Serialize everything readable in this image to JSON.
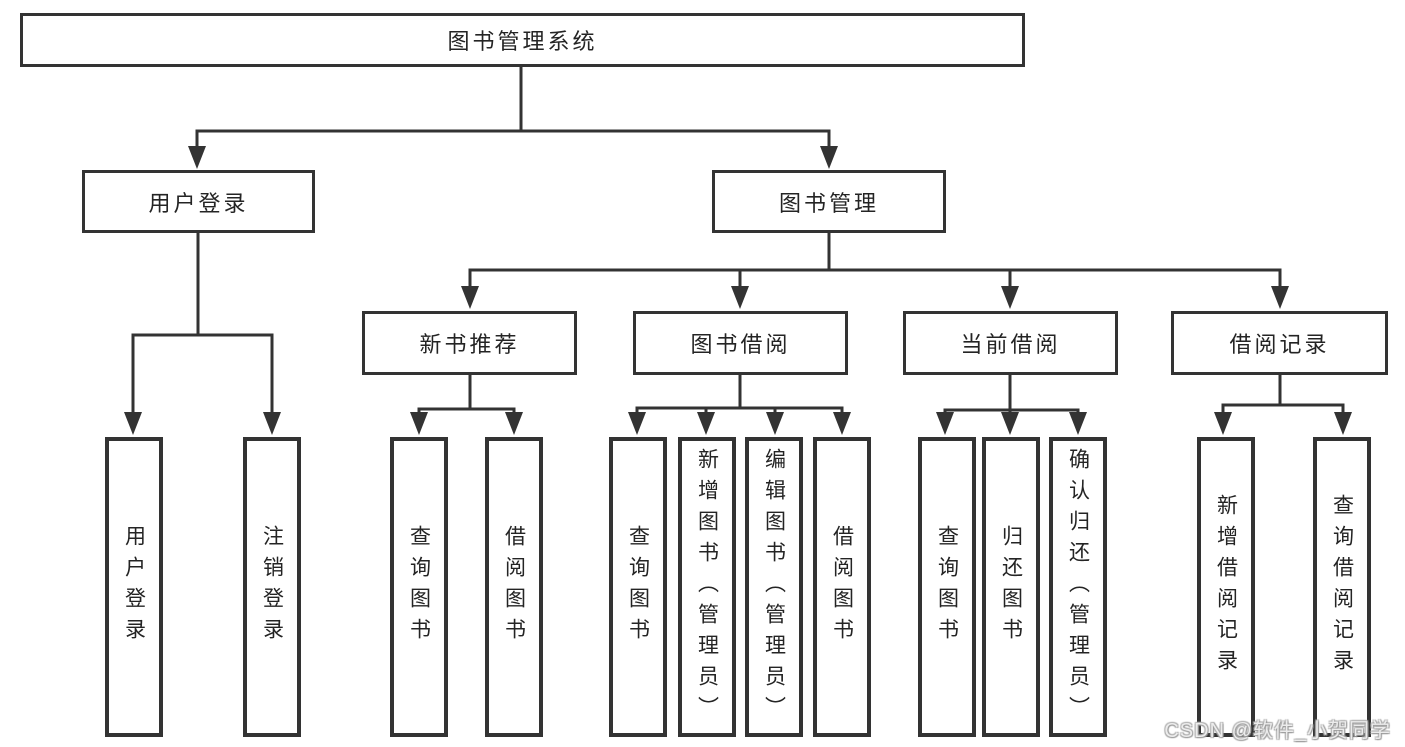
{
  "colors": {
    "background": "#ffffff",
    "line": "#333333",
    "text": "#242424",
    "watermark": "#ececec"
  },
  "tree": {
    "root": "图书管理系统",
    "children": [
      {
        "label": "用户登录",
        "children": [
          "用户登录",
          "注销登录"
        ]
      },
      {
        "label": "图书管理",
        "children": [
          {
            "label": "新书推荐",
            "children": [
              "查询图书",
              "借阅图书"
            ]
          },
          {
            "label": "图书借阅",
            "children": [
              "查询图书",
              "新增图书（管理员）",
              "编辑图书（管理员）",
              "借阅图书"
            ]
          },
          {
            "label": "当前借阅",
            "children": [
              "查询图书",
              "归还图书",
              "确认归还（管理员）"
            ]
          },
          {
            "label": "借阅记录",
            "children": [
              "新增借阅记录",
              "查询借阅记录"
            ]
          }
        ]
      }
    ]
  },
  "watermark": {
    "text": "CSDN @软件_小贺同学"
  }
}
